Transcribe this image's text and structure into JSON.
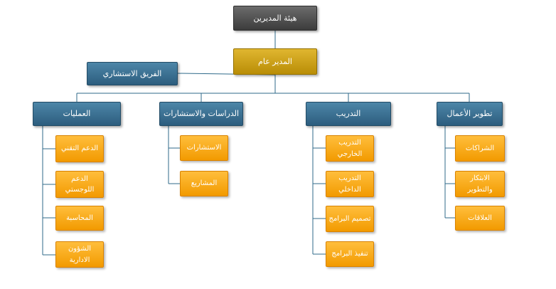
{
  "org": {
    "board": "هيئة المديرين",
    "gm": "المدير عام",
    "advisory": "الفريق الاستشاري",
    "departments": [
      {
        "title": "تطوير الأعمال",
        "units": [
          "الشراكات",
          "الابتكار والتطوير",
          "العلاقات"
        ]
      },
      {
        "title": "التدريب",
        "units": [
          "التدريب الخارجي",
          "التدريب الداخلي",
          "تصميم البرامج",
          "تنفيذ البرامج"
        ]
      },
      {
        "title": "الدراسات والاستشارات",
        "units": [
          "الاستشارات",
          "المشاريع"
        ]
      },
      {
        "title": "العمليات",
        "units": [
          "الدعم التقني",
          "الدعم اللوجستي",
          "المحاسبة",
          "الشؤون الادارية"
        ]
      }
    ]
  },
  "colors": {
    "board": "#4a4a4a",
    "gm": "#c89a10",
    "department": "#3a6e8f",
    "unit": "#f7a81c",
    "connector": "#2f6a8a"
  }
}
